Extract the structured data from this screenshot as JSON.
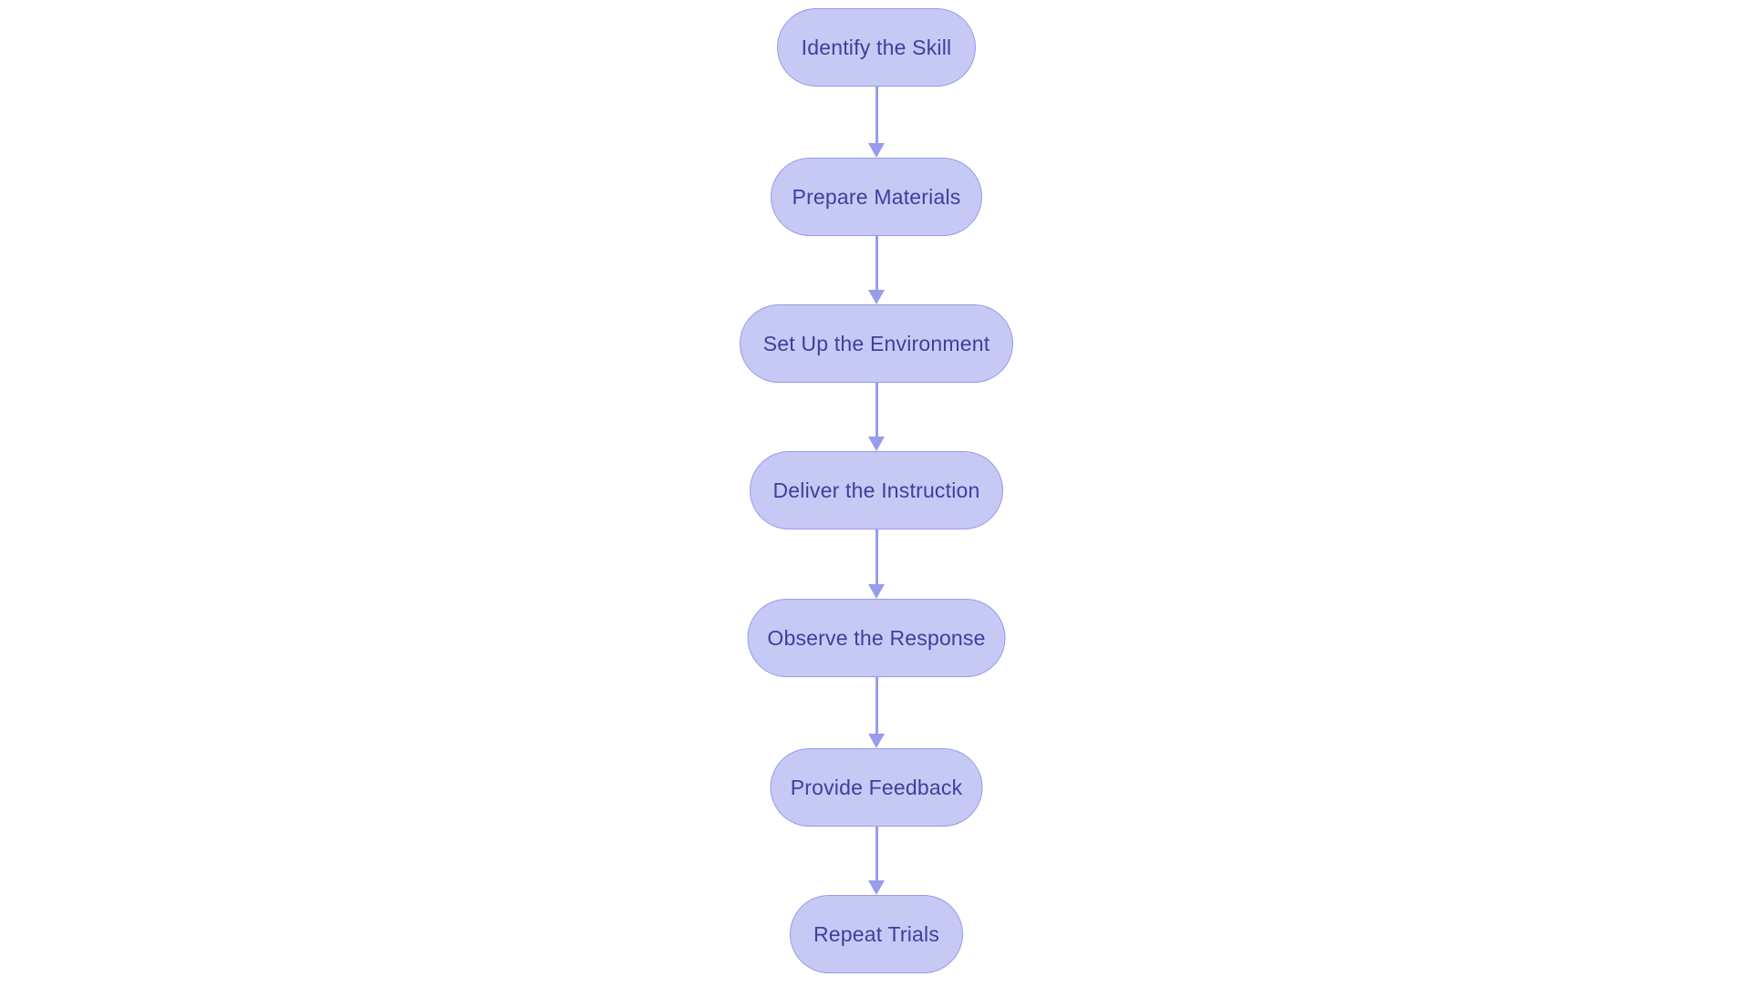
{
  "diagram": {
    "type": "flowchart",
    "direction": "top-down",
    "nodes": [
      {
        "id": "identify-the-skill",
        "label": "Identify the Skill"
      },
      {
        "id": "prepare-materials",
        "label": "Prepare Materials"
      },
      {
        "id": "set-up-the-environment",
        "label": "Set Up the Environment"
      },
      {
        "id": "deliver-the-instruction",
        "label": "Deliver the Instruction"
      },
      {
        "id": "observe-the-response",
        "label": "Observe the Response"
      },
      {
        "id": "provide-feedback",
        "label": "Provide Feedback"
      },
      {
        "id": "repeat-trials",
        "label": "Repeat Trials"
      }
    ],
    "edges": [
      {
        "from": "Identify the Skill",
        "to": "Prepare Materials"
      },
      {
        "from": "Prepare Materials",
        "to": "Set Up the Environment"
      },
      {
        "from": "Set Up the Environment",
        "to": "Deliver the Instruction"
      },
      {
        "from": "Deliver the Instruction",
        "to": "Observe the Response"
      },
      {
        "from": "Observe the Response",
        "to": "Provide Feedback"
      },
      {
        "from": "Provide Feedback",
        "to": "Repeat Trials"
      }
    ],
    "colors": {
      "background": "#ffffff",
      "node_fill": "#c6c9f4",
      "node_border": "#959ce9",
      "node_text": "#3d3f9e",
      "arrow": "#979ded"
    }
  }
}
